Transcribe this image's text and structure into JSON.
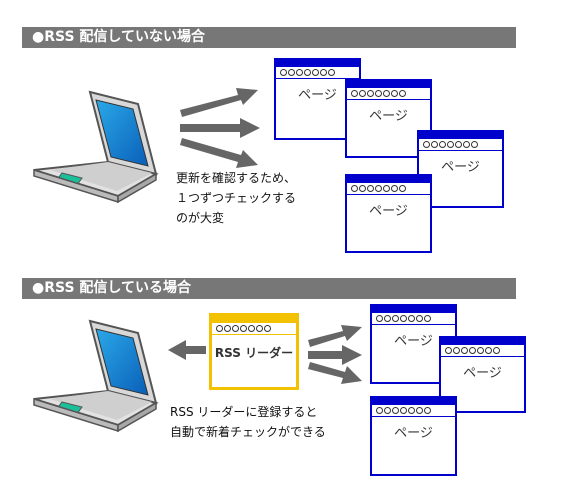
{
  "sections": [
    {
      "heading": "●RSS 配信していない場合"
    },
    {
      "heading": "●RSS 配信している場合"
    }
  ],
  "page_window_label": "ページ",
  "rss_reader_label": "RSS リーダー",
  "caption_no_rss": "更新を確認するため、\n１つずつチェックする\nのが大変",
  "caption_rss": "RSS リーダーに登録すると\n自動で新着チェックができる",
  "colors": {
    "window_border": "#0000cc",
    "rss_border": "#f2c200",
    "section_bar": "#777777",
    "arrow": "#666666"
  },
  "icons": [
    "laptop-icon",
    "arrow-icon"
  ]
}
